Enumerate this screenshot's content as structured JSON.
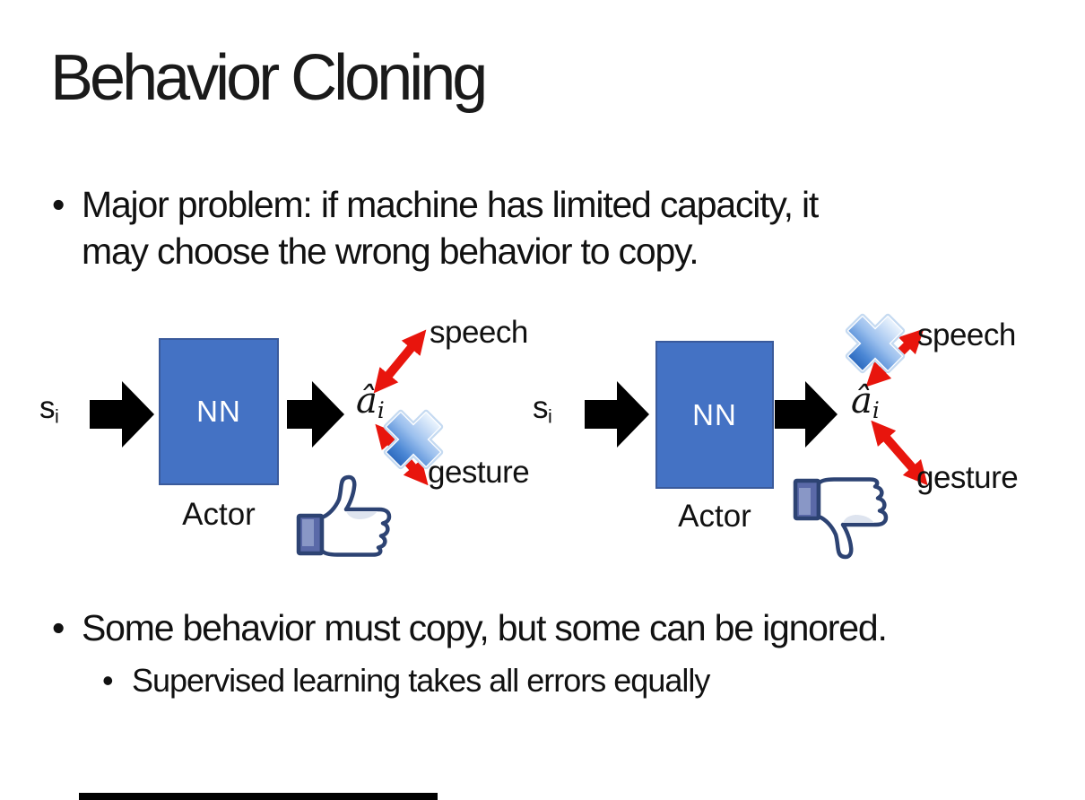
{
  "slide": {
    "title": "Behavior Cloning",
    "bullet_marker": "•",
    "bullet1_line1": "Major problem: if machine has limited capacity, it",
    "bullet1_line2": "may choose the wrong behavior to copy.",
    "bullet2": "Some behavior must copy, but some can be ignored.",
    "bullet2_sub": "Supervised learning takes all errors equally"
  },
  "diagram_left": {
    "input_symbol": "s",
    "input_subscript": "i",
    "nn_label": "NN",
    "actor_label": "Actor",
    "output_symbol": "â",
    "output_subscript": "i",
    "speech_label": "speech",
    "gesture_label": "gesture",
    "crossed_out_action": "gesture",
    "feedback_icon": "thumbs-up"
  },
  "diagram_right": {
    "input_symbol": "s",
    "input_subscript": "i",
    "nn_label": "NN",
    "actor_label": "Actor",
    "output_symbol": "â",
    "output_subscript": "i",
    "speech_label": "speech",
    "gesture_label": "gesture",
    "crossed_out_action": "speech",
    "feedback_icon": "thumbs-down"
  },
  "colors": {
    "text": "#111111",
    "nn_box_fill": "#4472C4",
    "nn_box_border": "#3A5A9B",
    "nn_text": "#FFFFFF",
    "block_arrow": "#000000",
    "double_arrow_red": "#E8150D",
    "cross_blue": "#4A86D4",
    "thumb_outline": "#2D4373",
    "thumb_sleeve": "#5A69A8",
    "thumb_hand": "#FFFFFF",
    "bottom_bar": "#000000"
  }
}
